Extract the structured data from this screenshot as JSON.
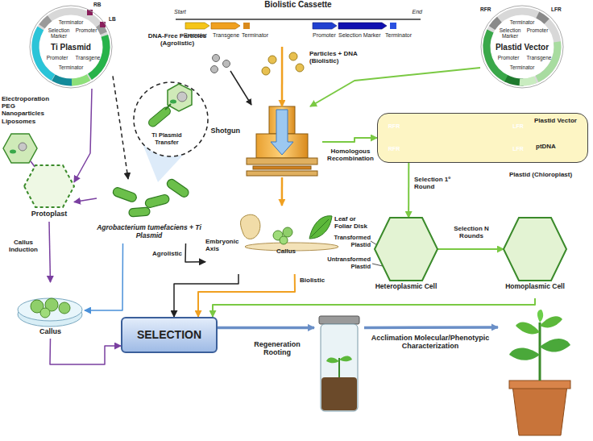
{
  "diagram": {
    "nodes": [
      {
        "text": [
          "Ti Plasmid"
        ]
      },
      {
        "text": [
          "Biolistic Cassette"
        ]
      },
      {
        "text": [
          "Plastid Vector"
        ]
      },
      {
        "text": [
          "Shotgun"
        ]
      },
      {
        "text": [
          "Protoplast"
        ]
      },
      {
        "text": [
          "Agrobacterium tumefaciens + Ti Plasmid"
        ]
      },
      {
        "text": [
          "Callus"
        ]
      },
      {
        "text": [
          "Embryonic Axis",
          "Callus",
          "Leaf or Foliar Disk"
        ]
      },
      {
        "text": [
          "Plastid Vector",
          "ptDNA",
          "Plastid (Chloroplast)"
        ]
      },
      {
        "text": [
          "Heteroplasmic Cell"
        ]
      },
      {
        "text": [
          "Homoplasmic Cell"
        ]
      },
      {
        "text": [
          "SELECTION"
        ]
      },
      {
        "text": [
          "Regeneration Rooting"
        ]
      },
      {
        "text": [
          "Acclimation Molecular/Phenotypic Characterization"
        ]
      }
    ],
    "edges": [
      {
        "from": 1,
        "to": 3,
        "arrow": "to"
      },
      {
        "from": 2,
        "to": 3,
        "arrow": "to"
      },
      {
        "from": 0,
        "to": 5,
        "arrow": "to"
      },
      {
        "from": 0,
        "to": 4,
        "arrow": "to"
      },
      {
        "from": 5,
        "to": 4,
        "arrow": "to"
      },
      {
        "from": 4,
        "to": 6,
        "label": "Callus Induction",
        "arrow": "to"
      },
      {
        "from": 5,
        "to": 6,
        "arrow": "to"
      },
      {
        "from": 6,
        "to": 11,
        "arrow": "to"
      },
      {
        "from": 5,
        "to": 7,
        "label": "Agrolistic",
        "arrow": "to"
      },
      {
        "from": 3,
        "to": 7,
        "arrow": "to"
      },
      {
        "from": 7,
        "to": 11,
        "arrow": "to"
      },
      {
        "from": 7,
        "to": 11,
        "label": "Biolistic",
        "arrow": "to"
      },
      {
        "from": 3,
        "to": 8,
        "label": "Homologous Recombination",
        "arrow": "to"
      },
      {
        "from": 8,
        "to": 9,
        "label": "Selection 1º Round",
        "arrow": "to"
      },
      {
        "from": 9,
        "to": 10,
        "label": "Selection N Rounds",
        "arrow": "to"
      },
      {
        "from": 10,
        "to": 11,
        "arrow": "to"
      },
      {
        "from": 11,
        "to": 12,
        "arrow": "to"
      },
      {
        "from": 12,
        "to": 13,
        "arrow": "to"
      }
    ],
    "labels": [
      "Start",
      "End",
      "Promoter",
      "Transgene",
      "Terminator",
      "Promoter",
      "Selection Marker",
      "Terminator",
      "Terminator",
      "RB",
      "LB",
      "Selection Marker",
      "Promoter",
      "Promoter",
      "Transgene",
      "Terminator",
      "RFR",
      "LFR",
      "Terminator",
      "Selection Marker",
      "Promoter",
      "Transgene",
      "Promoter",
      "Terminator",
      "Particles + DNA (Biolistic)",
      "DNA-Free Particles (Agrolistic)",
      "Ti Plasmid Transfer",
      "Electroporation PEG Nanoparticles Liposomes",
      "RFR",
      "LFR",
      "RFR",
      "LFR",
      "Transformed Plastid",
      "Untransformed Plastid"
    ]
  }
}
